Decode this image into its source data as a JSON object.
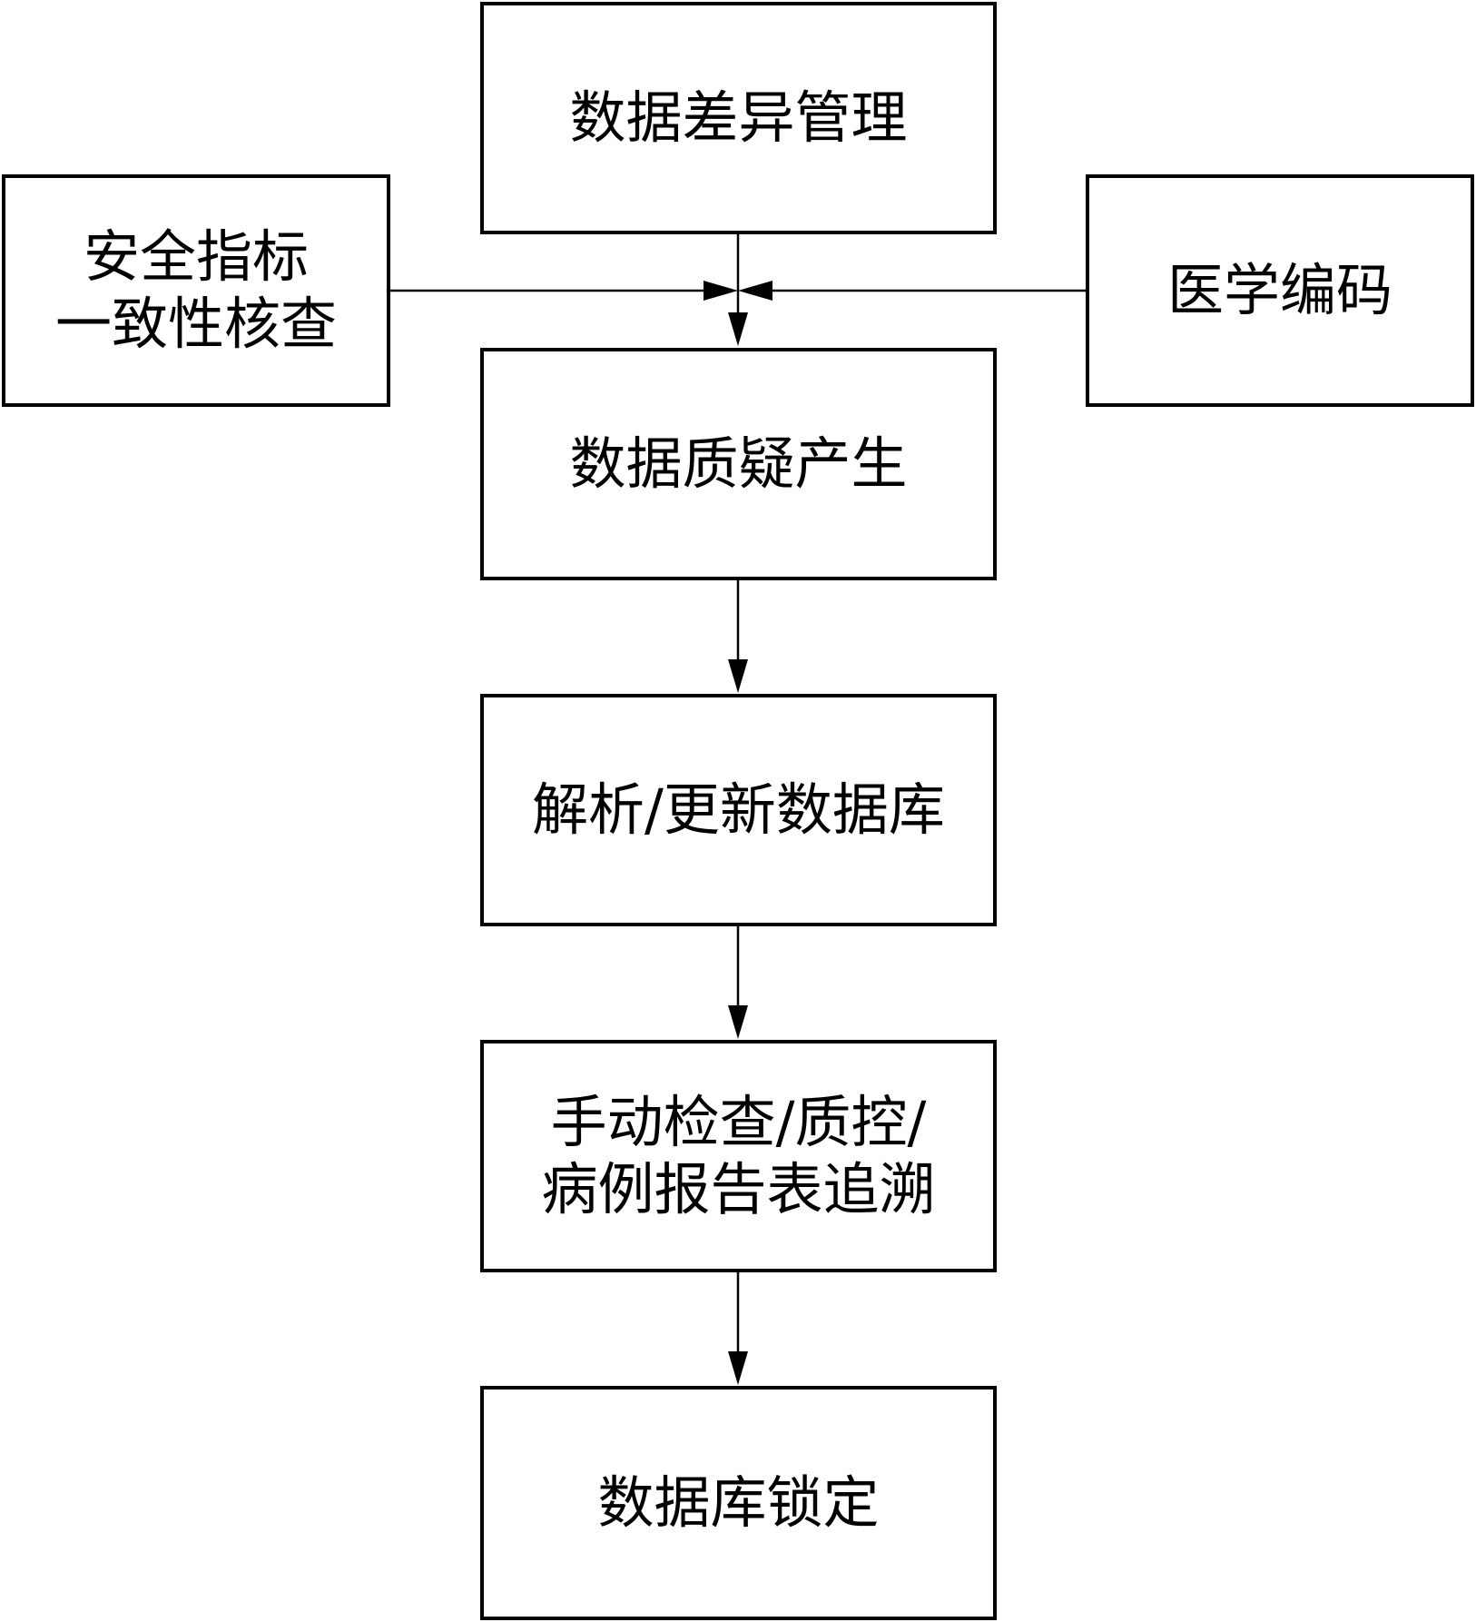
{
  "colors": {
    "stroke": "#000000",
    "background": "#ffffff",
    "text": "#000000"
  },
  "nodes": {
    "data_discrepancy": {
      "label": "数据差异管理"
    },
    "safety_check": {
      "line1": "安全指标",
      "line2": "一致性核查"
    },
    "medical_coding": {
      "label": "医学编码"
    },
    "query_generation": {
      "label": "数据质疑产生"
    },
    "resolve_update": {
      "label": "解析/更新数据库"
    },
    "manual_check": {
      "line1": "手动检查/质控/",
      "line2": "病例报告表追溯"
    },
    "database_lock": {
      "label": "数据库锁定"
    }
  },
  "edges": [
    {
      "from": "数据差异管理",
      "to": "数据质疑产生"
    },
    {
      "from": "安全指标一致性核查",
      "to": "数据质疑产生"
    },
    {
      "from": "医学编码",
      "to": "数据质疑产生"
    },
    {
      "from": "数据质疑产生",
      "to": "解析/更新数据库"
    },
    {
      "from": "解析/更新数据库",
      "to": "手动检查/质控/病例报告表追溯"
    },
    {
      "from": "手动检查/质控/病例报告表追溯",
      "to": "数据库锁定"
    }
  ]
}
